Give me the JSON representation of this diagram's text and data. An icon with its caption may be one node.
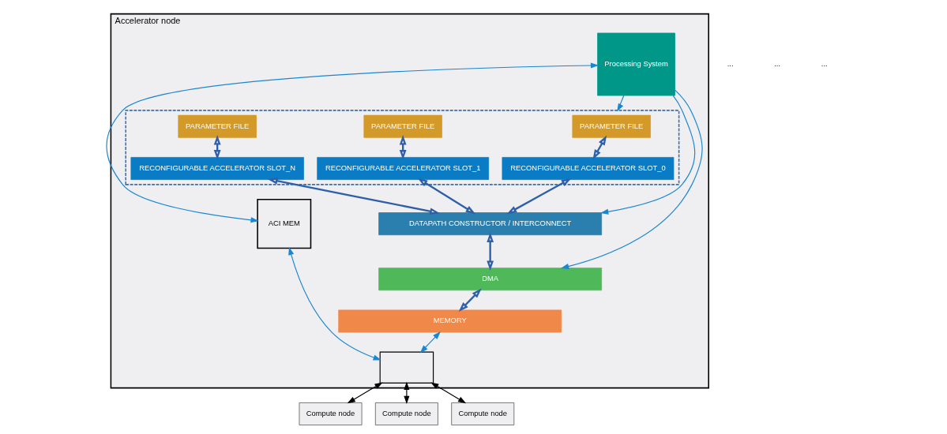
{
  "diagram": {
    "nodes": [
      {
        "text": [
          "Compute node"
        ]
      },
      {
        "text": [
          "Compute node"
        ]
      },
      {
        "text": [
          "Compute node"
        ]
      },
      {
        "text": [
          "Accelerator node"
        ]
      },
      {
        "text": [
          "Processing System"
        ],
        "in": 3
      },
      {
        "text": [
          "ACI MEM"
        ],
        "in": 3
      },
      {
        "text": [],
        "shape": "box",
        "in": 3
      },
      {
        "text": [],
        "shape": "box",
        "in": 3
      },
      {
        "text": [
          "PARAMETER FILE"
        ],
        "in": 7
      },
      {
        "text": [
          "RECONFIGURABLE ACCELERATOR SLOT_0"
        ],
        "in": 7
      },
      {
        "text": [
          "PARAMETER FILE"
        ],
        "in": 7
      },
      {
        "text": [
          "RECONFIGURABLE ACCELERATOR SLOT_1"
        ],
        "in": 7
      },
      {
        "text": [
          "PARAMETER FILE"
        ],
        "in": 7
      },
      {
        "text": [
          "RECONFIGURABLE ACCELERATOR SLOT_N"
        ],
        "in": 7
      },
      {
        "text": [
          "DATAPATH CONSTRUCTOR / INTERCONNECT"
        ],
        "in": 3
      },
      {
        "text": [
          "DMA"
        ],
        "in": 3
      },
      {
        "text": [
          "MEMORY"
        ],
        "in": 3
      }
    ],
    "edges": [
      {
        "from": 6,
        "to": 0,
        "arrow": "both",
        "color": "#000000"
      },
      {
        "from": 6,
        "to": 1,
        "arrow": "both",
        "color": "#000000"
      },
      {
        "from": 6,
        "to": 2,
        "arrow": "both",
        "color": "#000000"
      },
      {
        "from": 4,
        "to": 7,
        "arrow": "to",
        "color": "#1a86d0"
      },
      {
        "from": 4,
        "to": 14,
        "arrow": "to",
        "color": "#1a86d0"
      },
      {
        "from": 4,
        "to": 15,
        "arrow": "to",
        "color": "#1a86d0"
      },
      {
        "from": 4,
        "to": 5,
        "arrow": "both",
        "color": "#1a86d0"
      },
      {
        "from": 5,
        "to": 6,
        "arrow": "both",
        "color": "#1a86d0"
      },
      {
        "from": 16,
        "to": 6,
        "arrow": "both",
        "color": "#1a86d0"
      },
      {
        "from": 8,
        "to": 9,
        "arrow": "both"
      },
      {
        "from": 10,
        "to": 11,
        "arrow": "both"
      },
      {
        "from": 12,
        "to": 13,
        "arrow": "both"
      },
      {
        "from": 9,
        "to": 14,
        "arrow": "both"
      },
      {
        "from": 11,
        "to": 14,
        "arrow": "both"
      },
      {
        "from": 13,
        "to": 14,
        "arrow": "both"
      },
      {
        "from": 14,
        "to": 15,
        "arrow": "both"
      },
      {
        "from": 15,
        "to": 16,
        "arrow": "both"
      }
    ],
    "labels": [
      "...",
      "...",
      "..."
    ]
  }
}
